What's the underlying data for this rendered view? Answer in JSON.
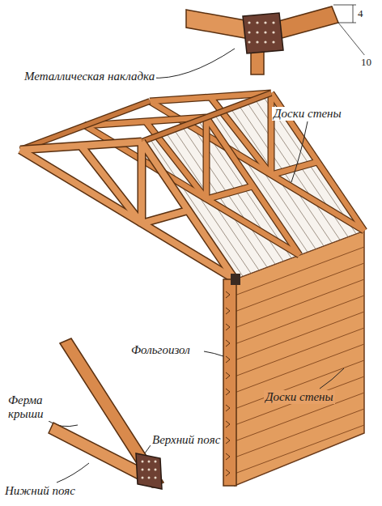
{
  "diagram": {
    "labels": [
      "Металлическая накладка",
      "4",
      "10",
      "Доски стены",
      "Фольгоизол",
      "Доски стены",
      "Ферма крыши",
      "Верхний пояс",
      "Нижний пояс"
    ]
  }
}
